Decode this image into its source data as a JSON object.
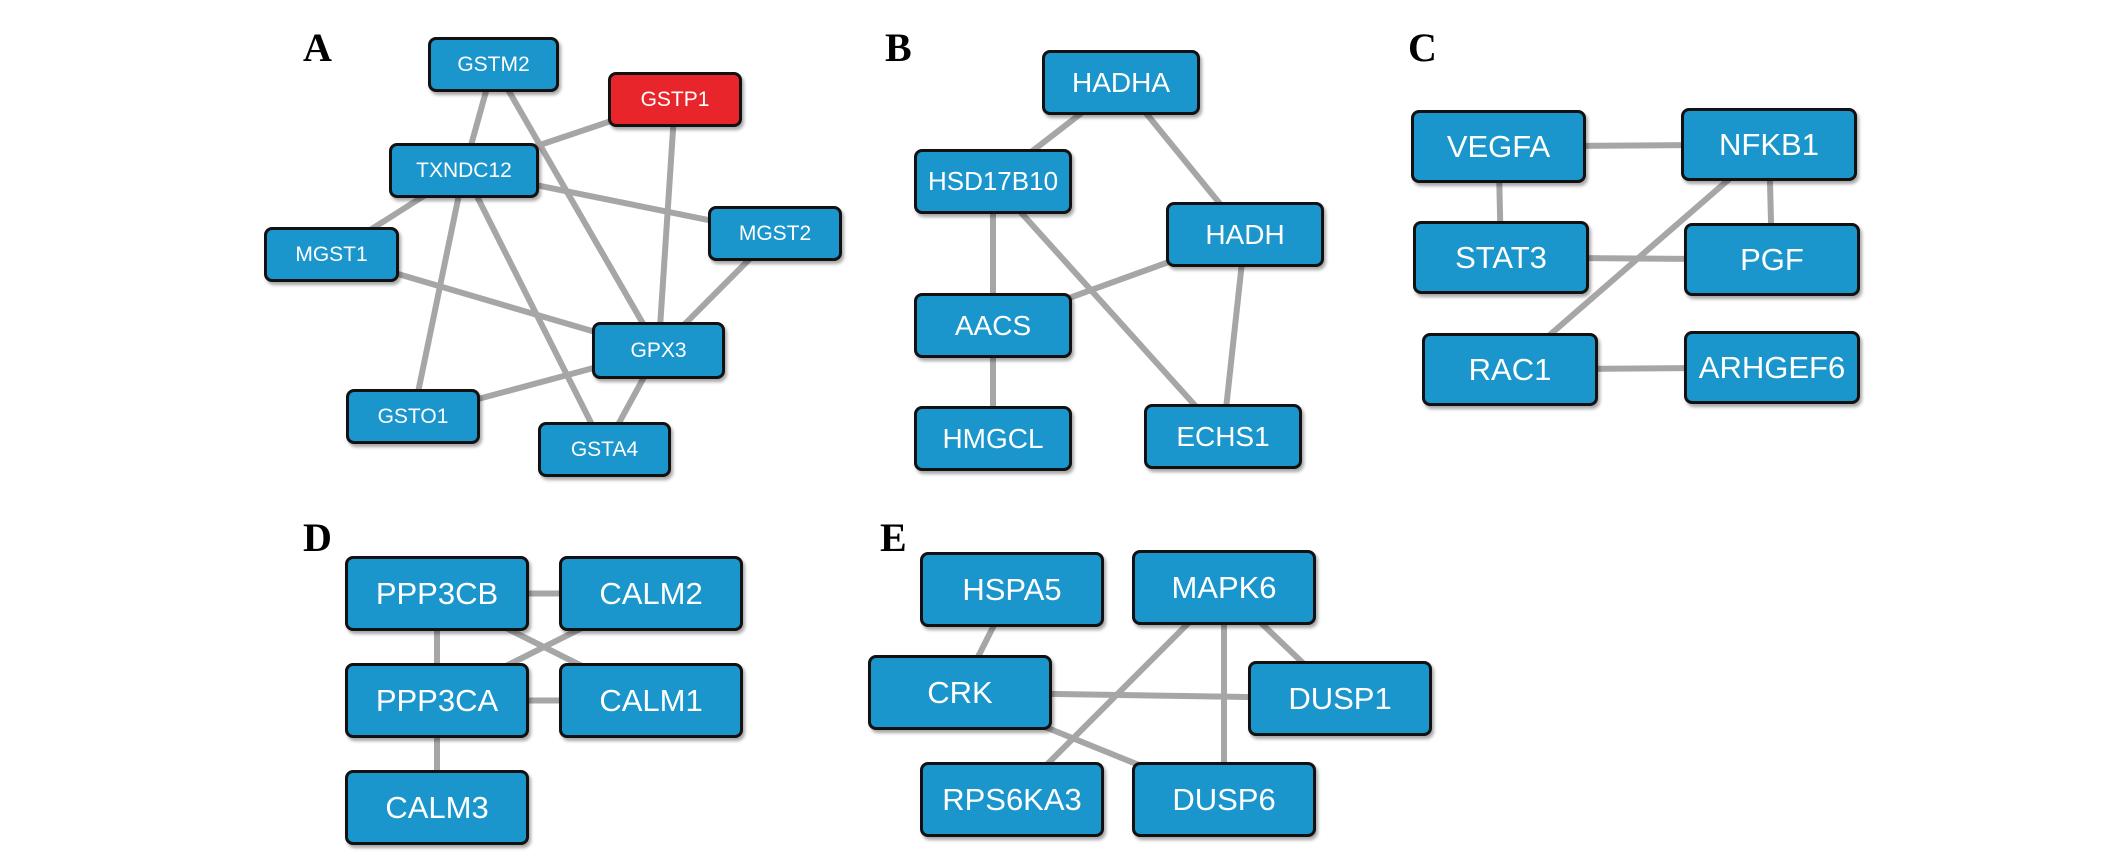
{
  "colors": {
    "node": "#1a96cc",
    "highlight": "#e8252b",
    "edge": "#a6a6a6",
    "border": "#111111"
  },
  "panels": [
    {
      "label": "A",
      "nodes": [
        {
          "id": "GSTM2",
          "label": "GSTM2"
        },
        {
          "id": "GSTP1",
          "label": "GSTP1",
          "highlight": true
        },
        {
          "id": "TXNDC12",
          "label": "TXNDC12"
        },
        {
          "id": "MGST2",
          "label": "MGST2"
        },
        {
          "id": "MGST1",
          "label": "MGST1"
        },
        {
          "id": "GPX3",
          "label": "GPX3"
        },
        {
          "id": "GSTO1",
          "label": "GSTO1"
        },
        {
          "id": "GSTA4",
          "label": "GSTA4"
        }
      ],
      "edges": [
        [
          "GSTM2",
          "TXNDC12"
        ],
        [
          "GSTM2",
          "GPX3"
        ],
        [
          "TXNDC12",
          "GSTP1"
        ],
        [
          "TXNDC12",
          "MGST2"
        ],
        [
          "TXNDC12",
          "MGST1"
        ],
        [
          "TXNDC12",
          "GSTO1"
        ],
        [
          "TXNDC12",
          "GSTA4"
        ],
        [
          "GSTP1",
          "GPX3"
        ],
        [
          "MGST2",
          "GPX3"
        ],
        [
          "MGST1",
          "GPX3"
        ],
        [
          "GPX3",
          "GSTO1"
        ],
        [
          "GPX3",
          "GSTA4"
        ]
      ]
    },
    {
      "label": "B",
      "nodes": [
        {
          "id": "HADHA",
          "label": "HADHA"
        },
        {
          "id": "HSD17B10",
          "label": "HSD17B10"
        },
        {
          "id": "HADH",
          "label": "HADH"
        },
        {
          "id": "AACS",
          "label": "AACS"
        },
        {
          "id": "HMGCL",
          "label": "HMGCL"
        },
        {
          "id": "ECHS1",
          "label": "ECHS1"
        }
      ],
      "edges": [
        [
          "HADHA",
          "HSD17B10"
        ],
        [
          "HADHA",
          "HADH"
        ],
        [
          "HSD17B10",
          "AACS"
        ],
        [
          "HSD17B10",
          "ECHS1"
        ],
        [
          "HADH",
          "AACS"
        ],
        [
          "HADH",
          "ECHS1"
        ],
        [
          "AACS",
          "HMGCL"
        ]
      ]
    },
    {
      "label": "C",
      "nodes": [
        {
          "id": "VEGFA",
          "label": "VEGFA"
        },
        {
          "id": "NFKB1",
          "label": "NFKB1"
        },
        {
          "id": "STAT3",
          "label": "STAT3"
        },
        {
          "id": "PGF",
          "label": "PGF"
        },
        {
          "id": "RAC1",
          "label": "RAC1"
        },
        {
          "id": "ARHGEF6",
          "label": "ARHGEF6"
        }
      ],
      "edges": [
        [
          "VEGFA",
          "NFKB1"
        ],
        [
          "VEGFA",
          "STAT3"
        ],
        [
          "NFKB1",
          "PGF"
        ],
        [
          "NFKB1",
          "RAC1"
        ],
        [
          "STAT3",
          "PGF"
        ],
        [
          "RAC1",
          "ARHGEF6"
        ]
      ]
    },
    {
      "label": "D",
      "nodes": [
        {
          "id": "PPP3CB",
          "label": "PPP3CB"
        },
        {
          "id": "CALM2",
          "label": "CALM2"
        },
        {
          "id": "PPP3CA",
          "label": "PPP3CA"
        },
        {
          "id": "CALM1",
          "label": "CALM1"
        },
        {
          "id": "CALM3",
          "label": "CALM3"
        }
      ],
      "edges": [
        [
          "PPP3CB",
          "CALM2"
        ],
        [
          "PPP3CB",
          "CALM1"
        ],
        [
          "PPP3CB",
          "PPP3CA"
        ],
        [
          "PPP3CA",
          "CALM2"
        ],
        [
          "PPP3CA",
          "CALM1"
        ],
        [
          "PPP3CA",
          "CALM3"
        ]
      ]
    },
    {
      "label": "E",
      "nodes": [
        {
          "id": "HSPA5",
          "label": "HSPA5"
        },
        {
          "id": "MAPK6",
          "label": "MAPK6"
        },
        {
          "id": "CRK",
          "label": "CRK"
        },
        {
          "id": "DUSP1",
          "label": "DUSP1"
        },
        {
          "id": "RPS6KA3",
          "label": "RPS6KA3"
        },
        {
          "id": "DUSP6",
          "label": "DUSP6"
        }
      ],
      "edges": [
        [
          "HSPA5",
          "CRK"
        ],
        [
          "MAPK6",
          "DUSP1"
        ],
        [
          "MAPK6",
          "DUSP6"
        ],
        [
          "MAPK6",
          "RPS6KA3"
        ],
        [
          "CRK",
          "DUSP1"
        ],
        [
          "CRK",
          "DUSP6"
        ]
      ]
    }
  ]
}
